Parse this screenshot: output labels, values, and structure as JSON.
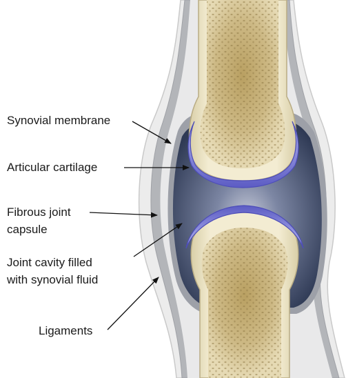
{
  "labels": {
    "synovial_membrane": "Synovial membrane",
    "articular_cartilage": "Articular cartilage",
    "fibrous_capsule_line1": "Fibrous joint",
    "fibrous_capsule_line2": "capsule",
    "joint_cavity_line1": "Joint cavity filled",
    "joint_cavity_line2": "with synovial fluid",
    "ligaments": "Ligaments"
  },
  "colors": {
    "ligament_outer": "#e9e9e9",
    "ligament_edge": "#c8c8c8",
    "capsule": "#a9abaf",
    "capsule_inner": "#eeeeee",
    "cavity": "#4a5570",
    "bone": "#f1e8c8",
    "marrow": "#c9b37a",
    "cartilage": "#6f6fd0",
    "cartilage_light": "#c4c6ee",
    "text": "#1a1a1a",
    "pointer": "#111111"
  }
}
